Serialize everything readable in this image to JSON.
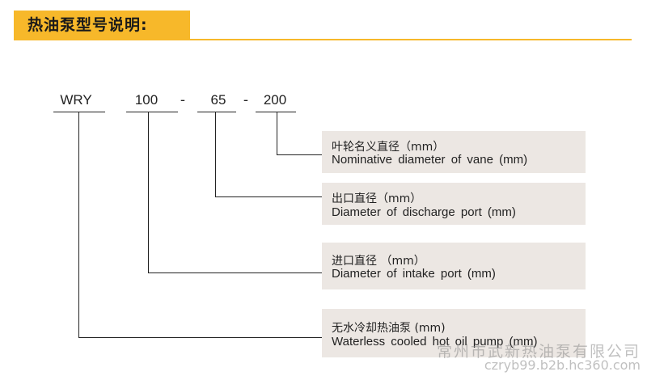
{
  "header": {
    "title": "热油泵型号说明:",
    "accent_color": "#f7b82a"
  },
  "model_code": {
    "seg_series": "WRY",
    "seg_intake": "100",
    "dash1": "-",
    "seg_discharge": "65",
    "dash2": "-",
    "seg_vane": "200"
  },
  "descriptions": [
    {
      "cn": "叶轮名义直径（mm）",
      "en": "Nominative diameter of vane (mm)"
    },
    {
      "cn": "出口直径（mm）",
      "en": "Diameter of discharge port (mm)"
    },
    {
      "cn": "进口直径 （mm）",
      "en": "Diameter of intake port (mm)"
    },
    {
      "cn": "无水冷却热油泵 (mm)",
      "en": "Waterless cooled hot oil pump (mm)"
    }
  ],
  "watermark": {
    "company": "常州市武新热油泵有限公司",
    "site": "czryb99.b2b.hc360.com"
  }
}
